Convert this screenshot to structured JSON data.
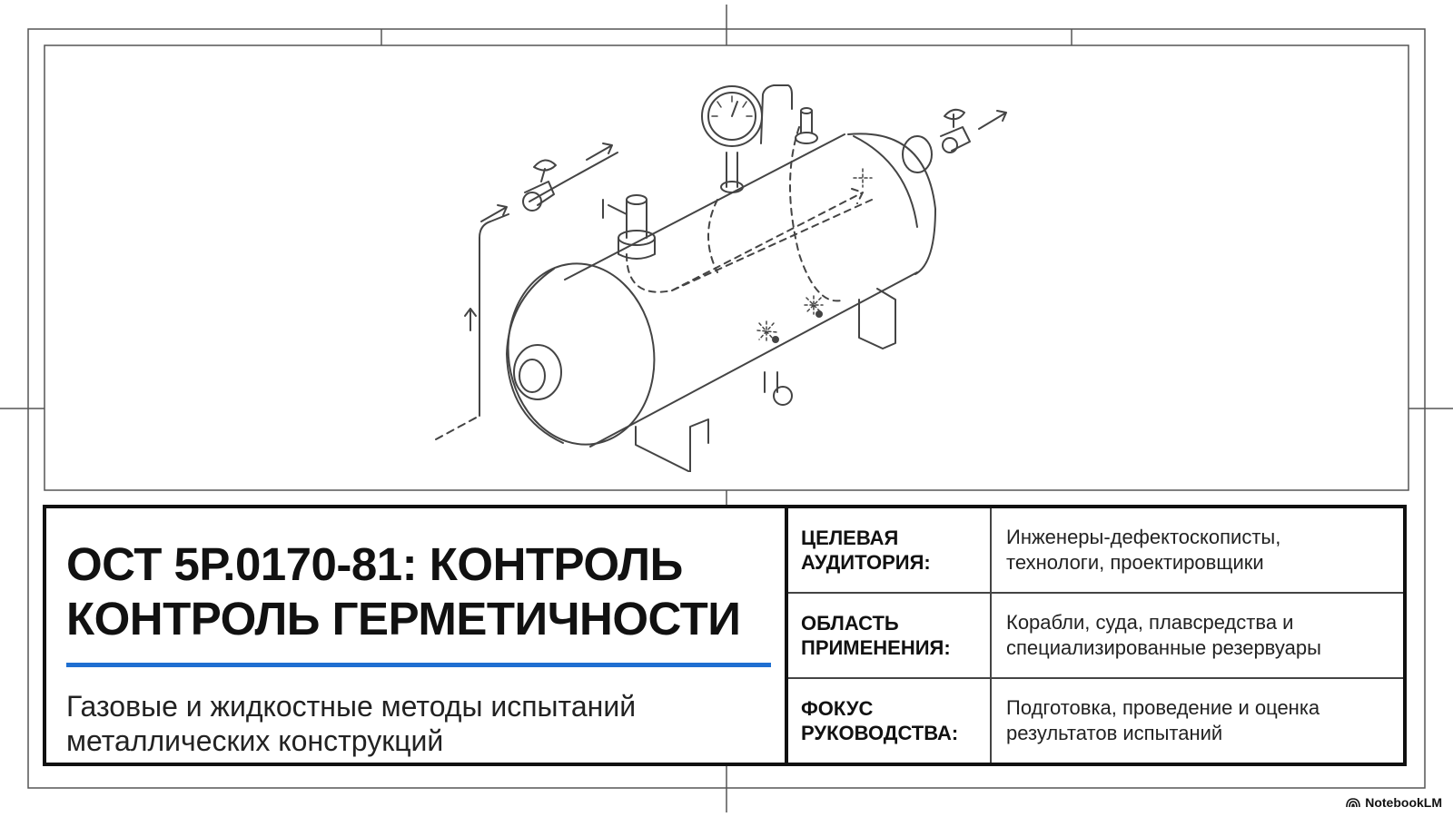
{
  "title_lines": [
    "ОСТ 5Р.0170-81: КОНТРОЛЬ",
    "КОНТРОЛЬ ГЕРМЕТИЧНОСТИ"
  ],
  "subtitle_lines": [
    "Газовые и жидкостные методы испытаний",
    "металлических конструкций"
  ],
  "info_rows": [
    {
      "key_lines": [
        "ЦЕЛЕВАЯ",
        "АУДИТОРИЯ:"
      ],
      "value_lines": [
        "Инженеры-дефектоскописты,",
        "технологи, проектировщики"
      ]
    },
    {
      "key_lines": [
        "ОБЛАСТЬ",
        "ПРИМЕНЕНИЯ:"
      ],
      "value_lines": [
        "Корабли, суда, плавсредства и",
        "специализированные резервуары"
      ]
    },
    {
      "key_lines": [
        "ФОКУС",
        "РУКОВОДСТВА:"
      ],
      "value_lines": [
        "Подготовка, проведение и оценка",
        "результатов испытаний"
      ]
    }
  ],
  "brand": "NotebookLM",
  "colors": {
    "accent": "#1f6fd1",
    "ink": "#111111",
    "frame": "#555555"
  },
  "illustration": {
    "name": "pressure-vessel-leak-test-diagram"
  }
}
